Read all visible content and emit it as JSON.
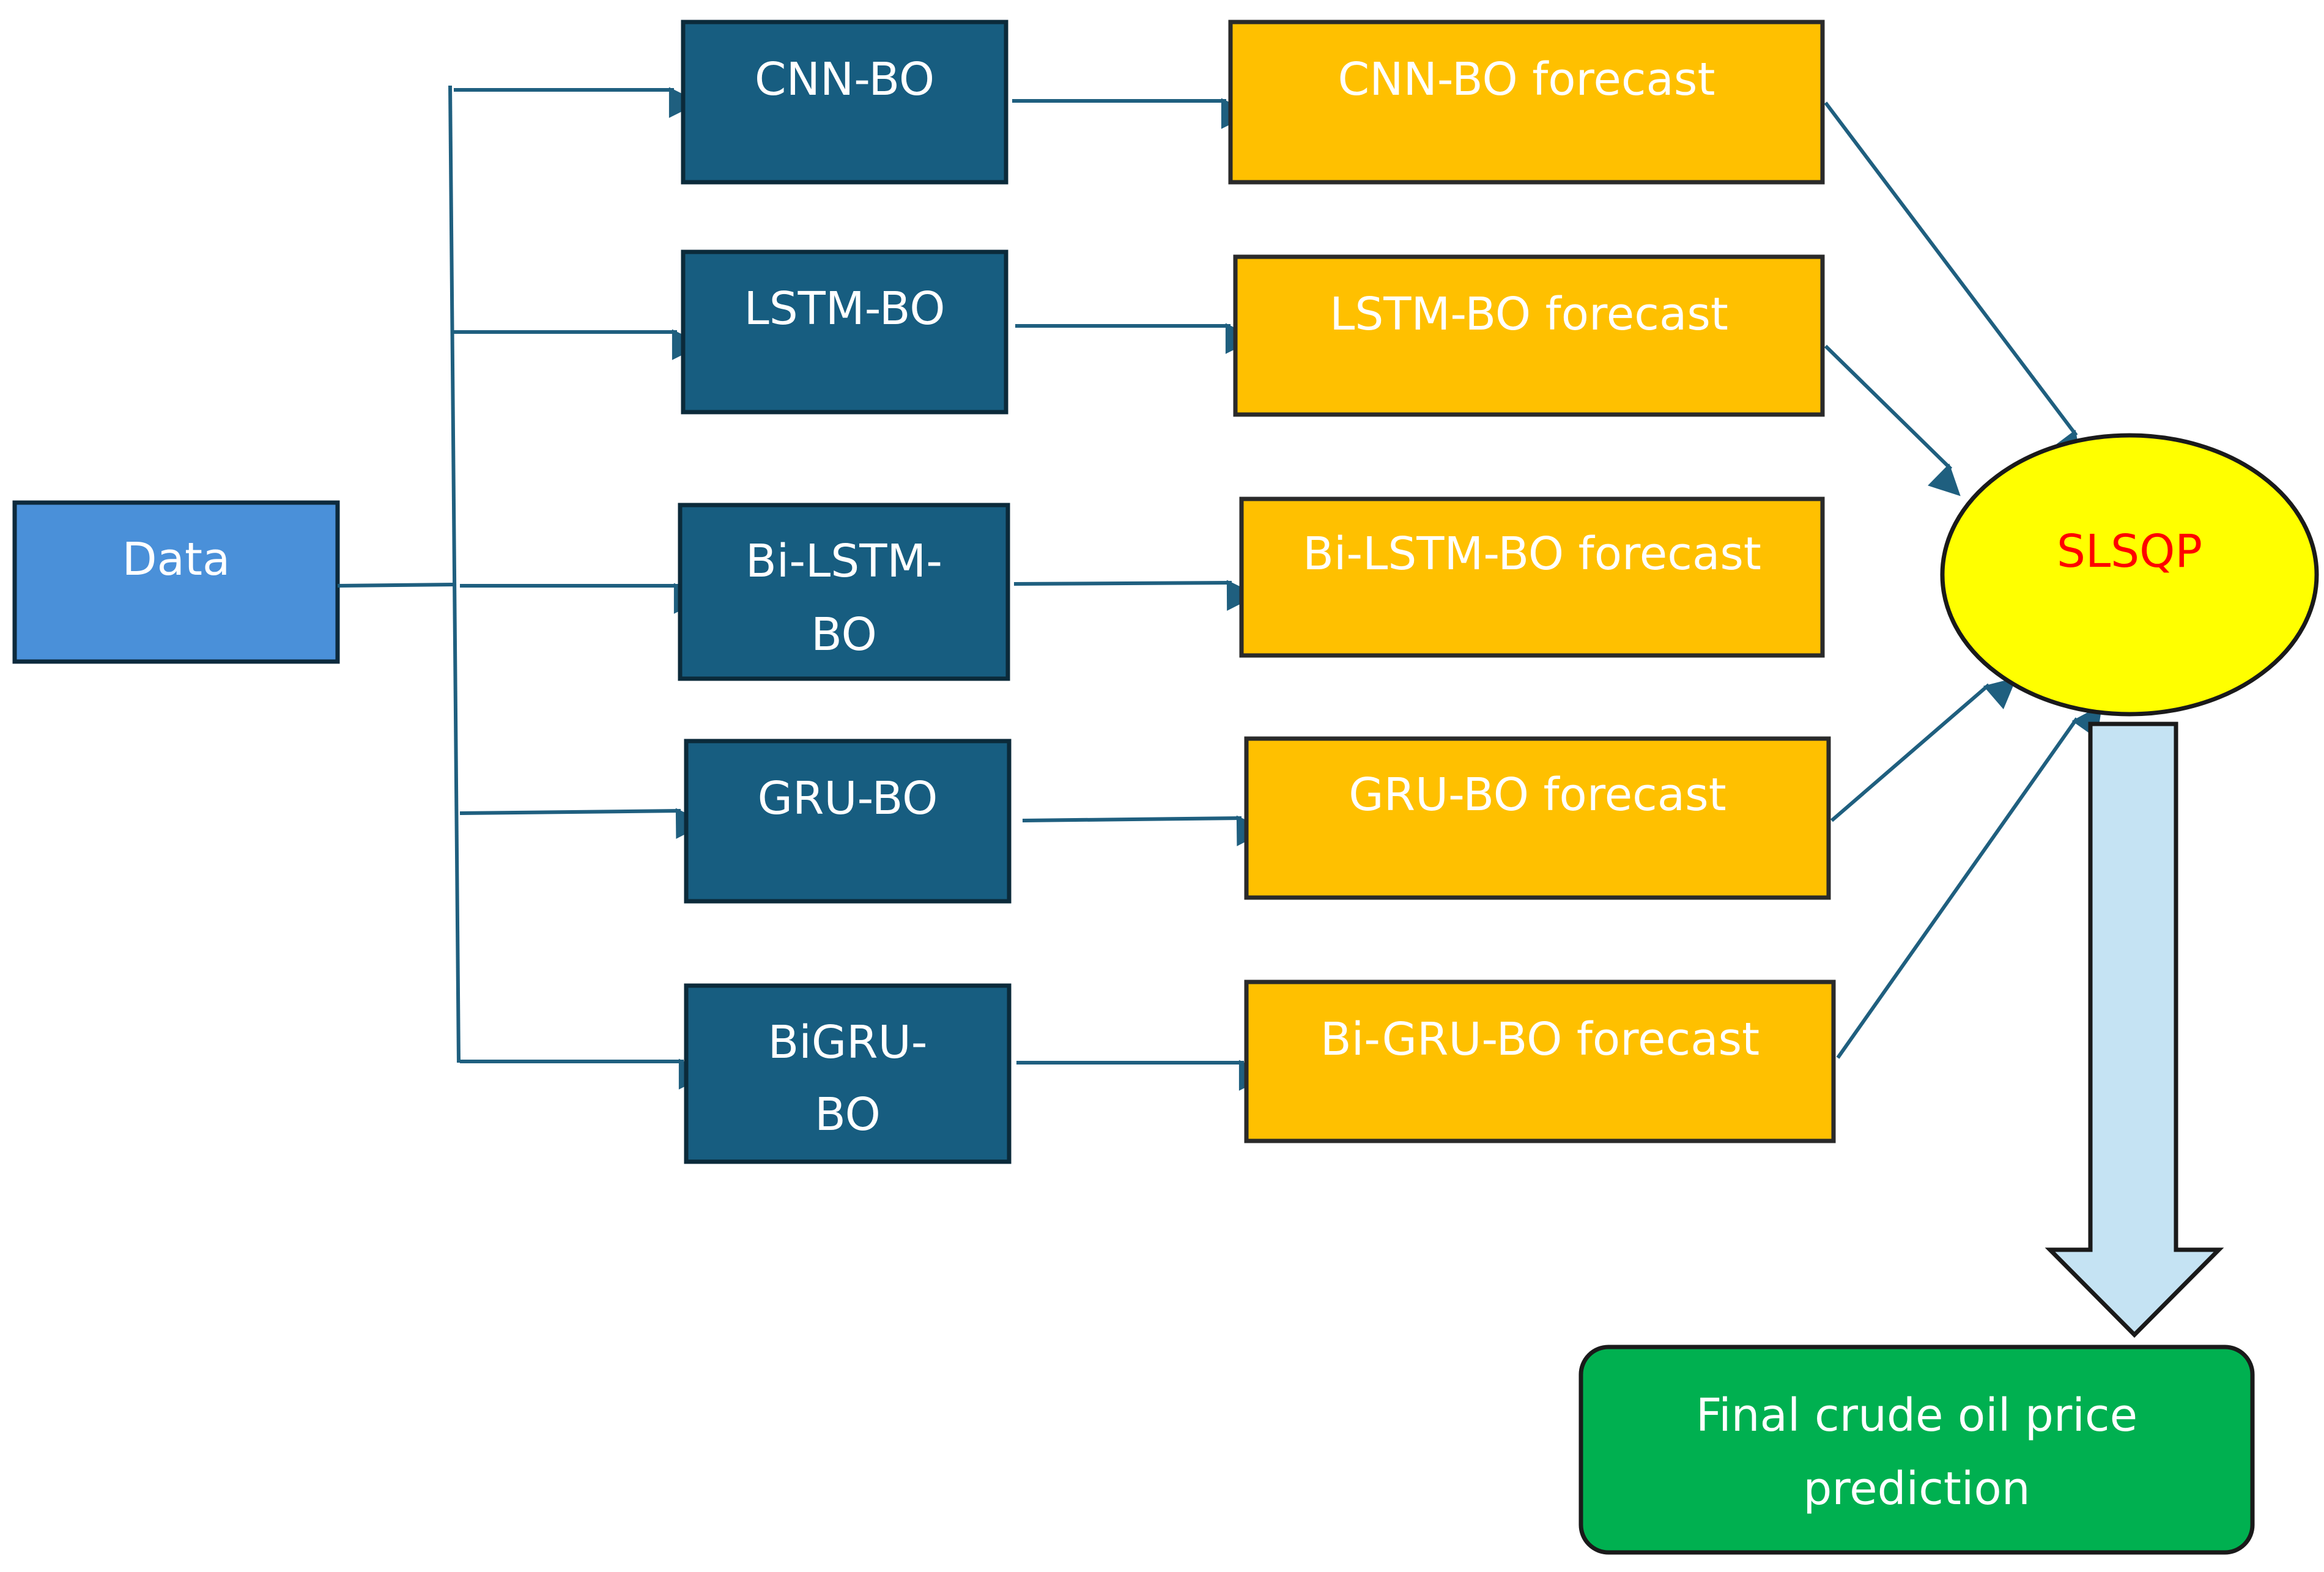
{
  "colors": {
    "data_box": "#4a90d9",
    "model_box": "#175d80",
    "forecast_box": "#ffc000",
    "slsqp_fill": "#ffff00",
    "slsqp_text": "#ff0000",
    "final_box": "#00b050",
    "big_arrow": "#c5e3f3",
    "edge": "#1f5f7f"
  },
  "nodes": {
    "data": {
      "label": "Data"
    },
    "models": [
      {
        "id": "cnn-bo",
        "lines": [
          "CNN-BO"
        ]
      },
      {
        "id": "lstm-bo",
        "lines": [
          "LSTM-BO"
        ]
      },
      {
        "id": "bi-lstm-bo",
        "lines": [
          "Bi-LSTM-",
          "BO"
        ]
      },
      {
        "id": "gru-bo",
        "lines": [
          "GRU-BO"
        ]
      },
      {
        "id": "bigru-bo",
        "lines": [
          "BiGRU-",
          "BO"
        ]
      }
    ],
    "forecasts": [
      {
        "id": "cnn-bo-forecast",
        "label": "CNN-BO forecast"
      },
      {
        "id": "lstm-bo-forecast",
        "label": "LSTM-BO forecast"
      },
      {
        "id": "bi-lstm-bo-forecast",
        "label": "Bi-LSTM-BO forecast"
      },
      {
        "id": "gru-bo-forecast",
        "label": "GRU-BO forecast"
      },
      {
        "id": "bi-gru-bo-forecast",
        "label": "Bi-GRU-BO forecast"
      }
    ],
    "slsqp": {
      "label": "SLSQP"
    },
    "final": {
      "lines": [
        "Final crude oil price",
        "prediction"
      ]
    }
  }
}
